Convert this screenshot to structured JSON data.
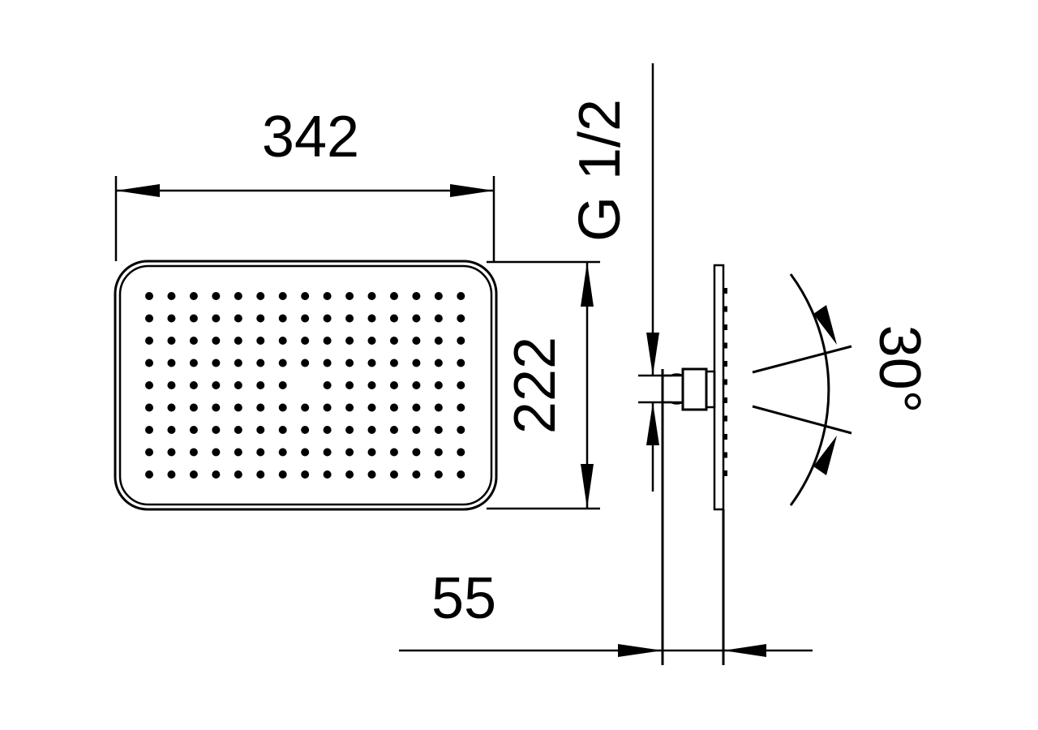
{
  "dimensions": {
    "width": "342",
    "height": "222",
    "thread": "G 1/2",
    "angle": "30°",
    "depth": "55"
  },
  "nozzle_grid": {
    "columns": 15,
    "rows": 9,
    "missing": [
      [
        4,
        7
      ]
    ]
  },
  "colors": {
    "line": "#000000",
    "background": "#ffffff"
  }
}
